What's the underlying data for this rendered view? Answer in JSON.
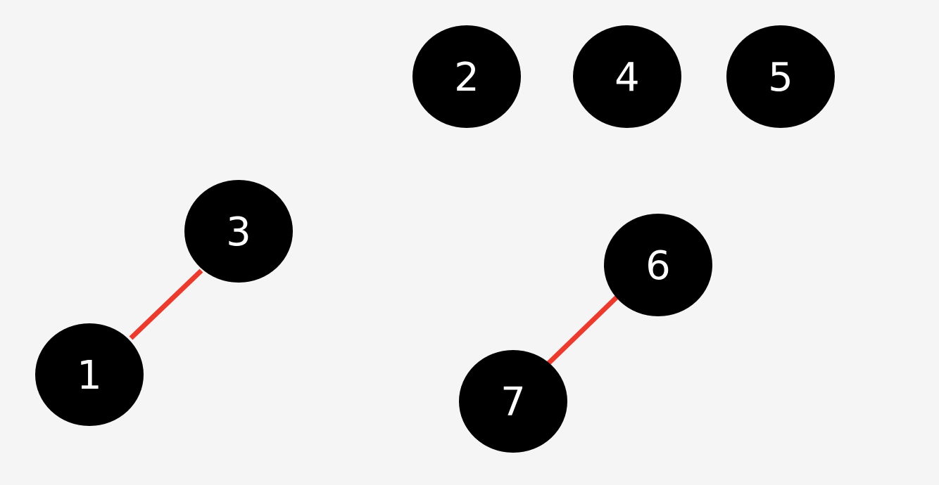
{
  "colors": {
    "background": "#f5f5f5",
    "node_fill": "#000000",
    "node_text": "#ffffff",
    "edge": "#ee3a2c"
  },
  "nodes": [
    {
      "id": "n2",
      "label": "2"
    },
    {
      "id": "n4",
      "label": "4"
    },
    {
      "id": "n5",
      "label": "5"
    },
    {
      "id": "n3",
      "label": "3"
    },
    {
      "id": "n1",
      "label": "1"
    },
    {
      "id": "n6",
      "label": "6"
    },
    {
      "id": "n7",
      "label": "7"
    }
  ],
  "edges": [
    {
      "from": "n3",
      "to": "n1"
    },
    {
      "from": "n6",
      "to": "n7"
    }
  ]
}
